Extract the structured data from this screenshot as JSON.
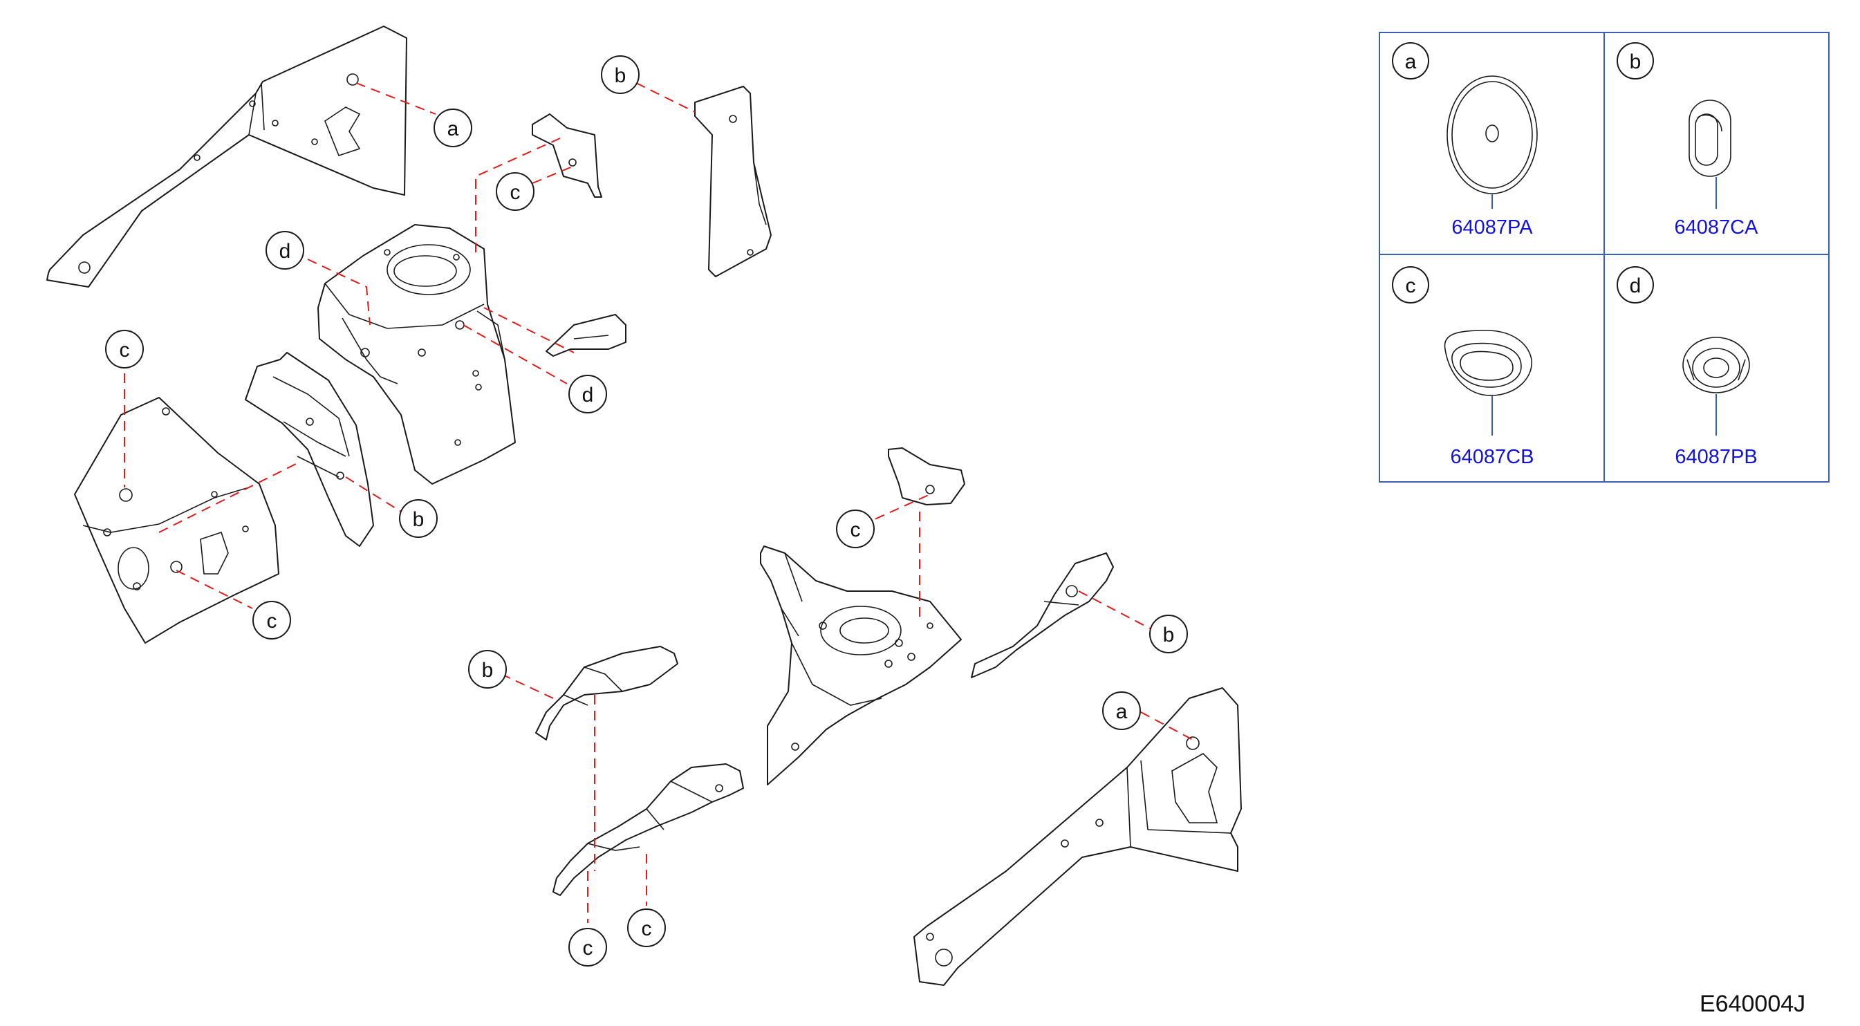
{
  "callouts": [
    {
      "letter": "a"
    },
    {
      "letter": "b"
    },
    {
      "letter": "c"
    },
    {
      "letter": "d"
    },
    {
      "letter": "c"
    },
    {
      "letter": "d"
    },
    {
      "letter": "b"
    },
    {
      "letter": "c"
    },
    {
      "letter": "c"
    },
    {
      "letter": "b"
    },
    {
      "letter": "b"
    },
    {
      "letter": "a"
    },
    {
      "letter": "c"
    },
    {
      "letter": "c"
    }
  ],
  "legend": [
    {
      "letter": "a",
      "part_number": "64087PA",
      "icon": "round-flat-grommet"
    },
    {
      "letter": "b",
      "part_number": "64087CA",
      "icon": "oval-plug"
    },
    {
      "letter": "c",
      "part_number": "64087CB",
      "icon": "oval-grommet"
    },
    {
      "letter": "d",
      "part_number": "64087PB",
      "icon": "round-grommet"
    }
  ],
  "diagram_code": "E640004J",
  "colors": {
    "leader": "#e01b1b",
    "legend_border": "#3a5fb0",
    "part_number": "#1313d6"
  }
}
